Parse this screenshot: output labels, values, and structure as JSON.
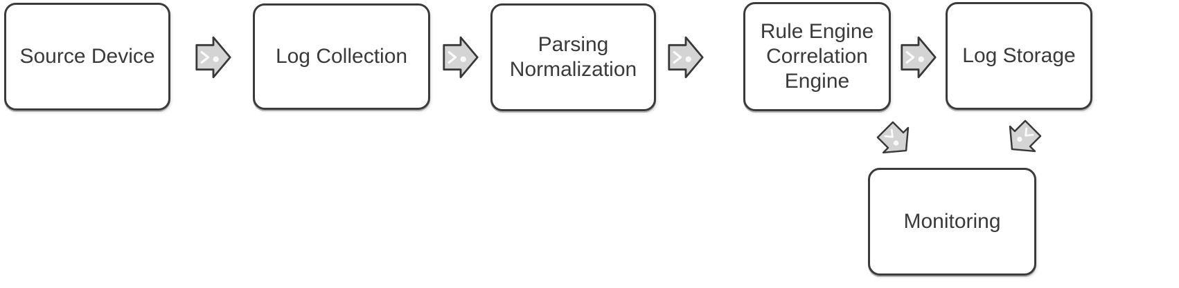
{
  "diagram": {
    "type": "flowchart",
    "description": "Log processing pipeline flow diagram",
    "nodes": [
      {
        "id": "source-device",
        "label": "Source Device"
      },
      {
        "id": "log-collection",
        "label": "Log Collection"
      },
      {
        "id": "parsing-normalization",
        "label": "Parsing\nNormalization"
      },
      {
        "id": "rule-engine",
        "label": "Rule Engine\nCorrelation\nEngine"
      },
      {
        "id": "log-storage",
        "label": "Log Storage"
      },
      {
        "id": "monitoring",
        "label": "Monitoring"
      }
    ],
    "connections": [
      {
        "from": "Source Device",
        "to": "Log Collection",
        "direction": "right"
      },
      {
        "from": "Log Collection",
        "to": "Parsing Normalization",
        "direction": "right"
      },
      {
        "from": "Parsing Normalization",
        "to": "Rule Engine Correlation Engine",
        "direction": "right"
      },
      {
        "from": "Rule Engine Correlation Engine",
        "to": "Log Storage",
        "direction": "right"
      },
      {
        "from": "Rule Engine Correlation Engine",
        "to": "Monitoring",
        "direction": "down-right"
      },
      {
        "from": "Log Storage",
        "to": "Monitoring",
        "direction": "down-left"
      }
    ],
    "icons": {
      "connector": "block-arrow-icon"
    },
    "colors": {
      "background": "#ffffff",
      "node_fill": "#ffffff",
      "node_border": "#3b3b3b",
      "arrow_fill": "#d4d4d4",
      "arrow_border": "#383838",
      "text": "#3a3a3a"
    }
  }
}
